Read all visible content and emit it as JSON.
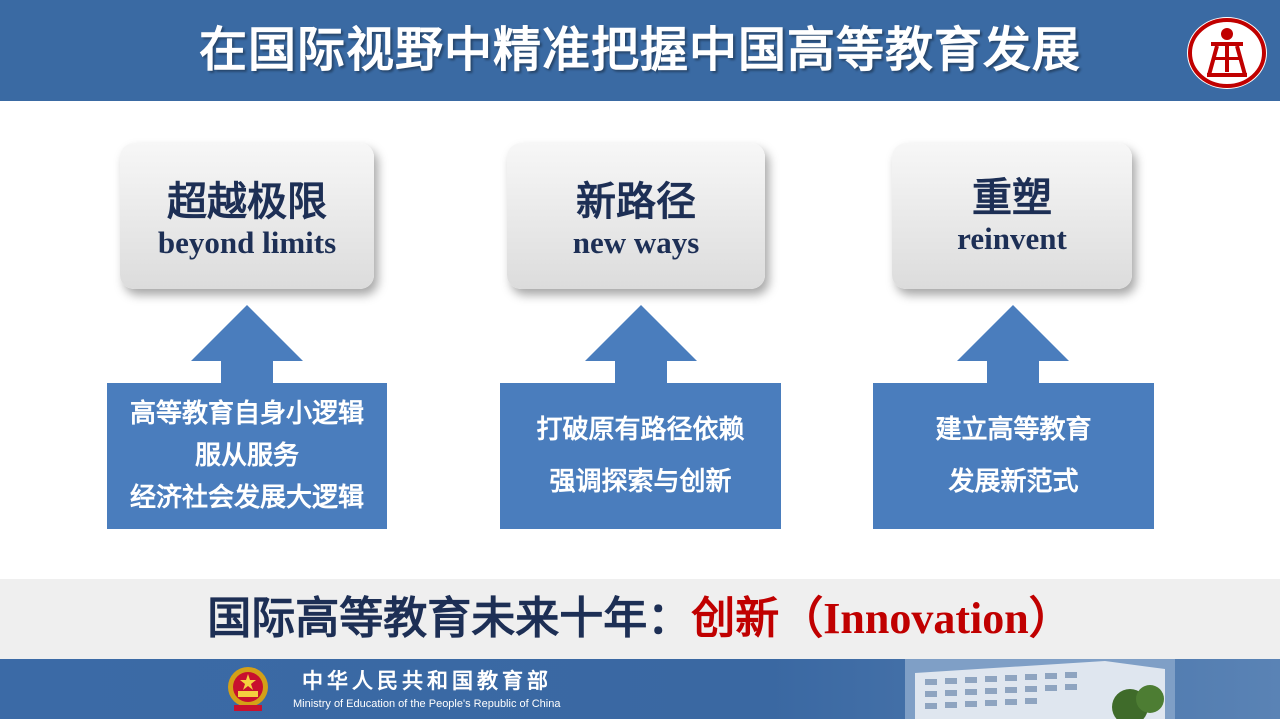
{
  "header": {
    "title": "在国际视野中精准把握中国高等教育发展",
    "logo_icon": "education-logo-icon"
  },
  "cards": [
    {
      "zh": "超越极限",
      "en": "beyond limits"
    },
    {
      "zh": "新路径",
      "en": "new ways"
    },
    {
      "zh": "重塑",
      "en": "reinvent"
    }
  ],
  "boxes": [
    {
      "lines": [
        "高等教育自身小逻辑",
        "服从服务",
        "经济社会发展大逻辑"
      ]
    },
    {
      "lines": [
        "打破原有路径依赖",
        "强调探索与创新"
      ]
    },
    {
      "lines": [
        "建立高等教育",
        "发展新范式"
      ]
    }
  ],
  "conclusion": {
    "prefix": "国际高等教育未来十年：",
    "accent": "创新（",
    "accent_en": "Innovation",
    "suffix": "）"
  },
  "footer": {
    "ministry_zh": "中华人民共和国教育部",
    "ministry_en": "Ministry of Education of the People's Republic of China",
    "emblem_icon": "national-emblem-icon"
  },
  "colors": {
    "header_bg": "#3a6aa3",
    "box_bg": "#4a7dbd",
    "accent_red": "#c00000",
    "text_navy": "#1d2f55"
  }
}
